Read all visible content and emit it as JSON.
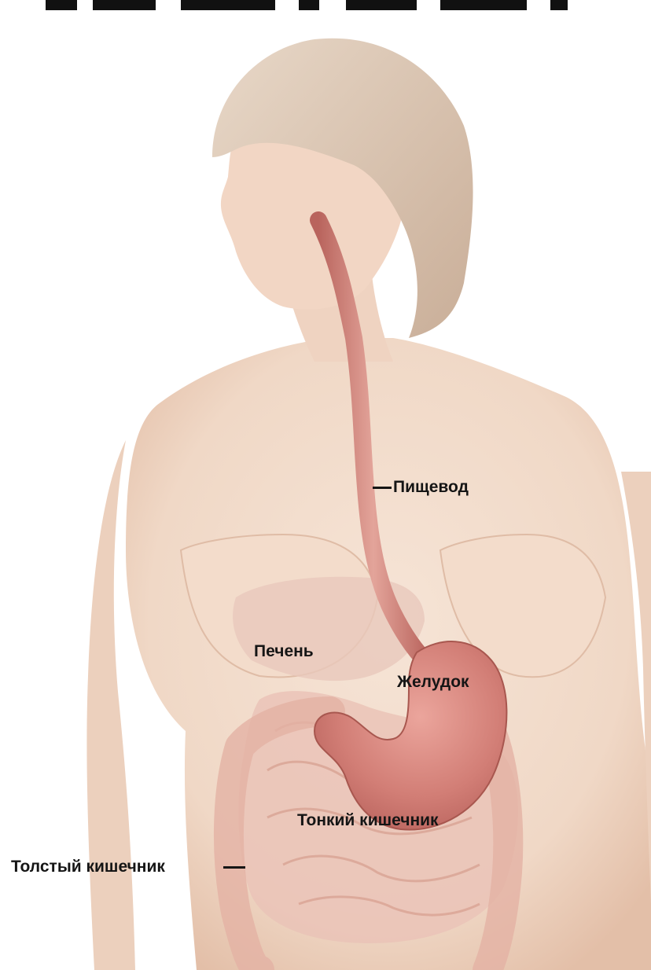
{
  "labels": {
    "esophagus": "Пищевод",
    "liver": "Печень",
    "stomach": "Желудок",
    "small_intestine": "Тонкий кишечник",
    "large_intestine": "Толстый кишечник"
  },
  "colors": {
    "skin": "#f2dccb",
    "skin_shadow": "#e2bfa8",
    "hair": "#d9c4b0",
    "esophagus": "#c97a72",
    "stomach": "#d0807a",
    "liver": "#e6c3b8",
    "intestine": "#eac2b6",
    "label_text": "#151515"
  }
}
